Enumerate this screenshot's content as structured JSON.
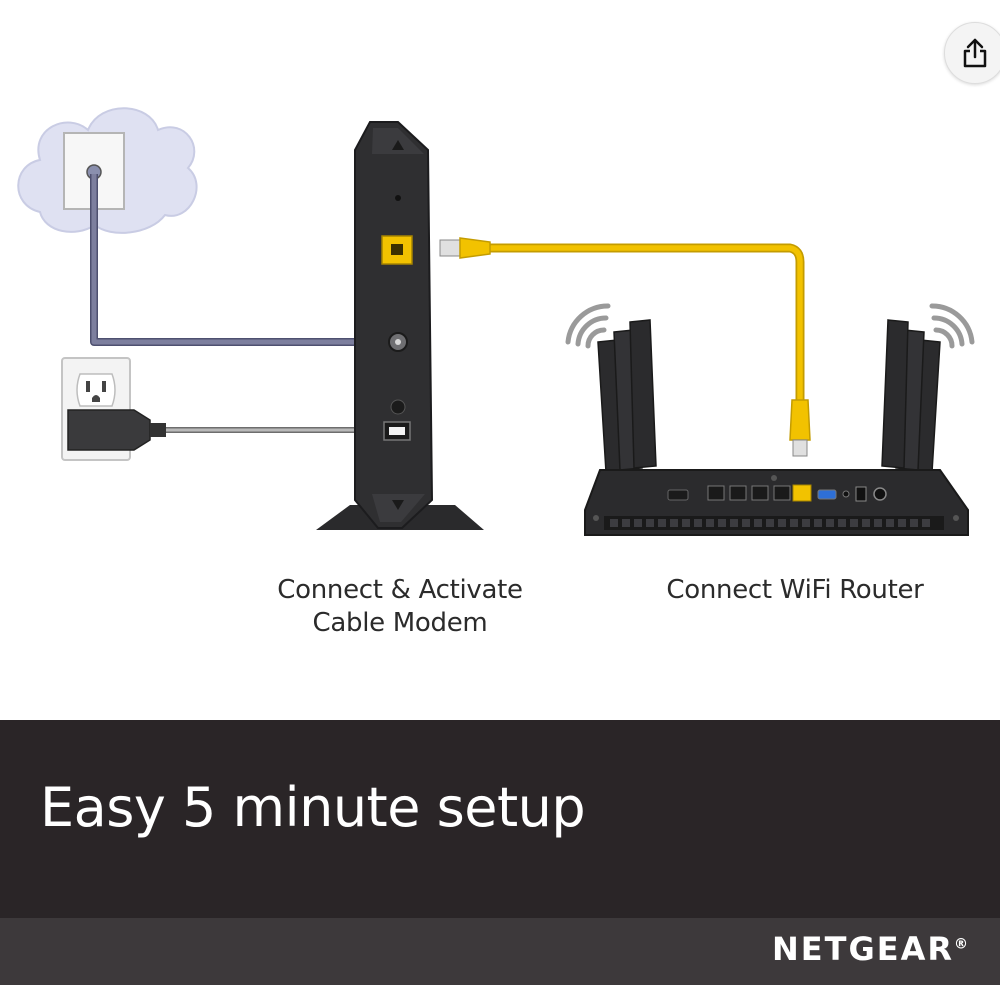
{
  "steps": [
    {
      "caption_line1": "Connect & Activate",
      "caption_line2": "Cable Modem"
    },
    {
      "caption": "Connect WiFi Router"
    }
  ],
  "banner": {
    "tagline": "Easy 5 minute setup"
  },
  "brand": {
    "name": "NETGEAR",
    "registered_mark": "®"
  },
  "share": {
    "icon": "share-icon"
  },
  "colors": {
    "modem_body": "#2f2f31",
    "router_body": "#2b2b2d",
    "ethernet_cable": "#f2c200",
    "coax_cable": "#7d7f9e",
    "power_cable": "#9a9a9a",
    "cloud": "#dfe1f2",
    "banner_bg": "#2a2527",
    "brand_bar_bg": "#3d393b"
  }
}
